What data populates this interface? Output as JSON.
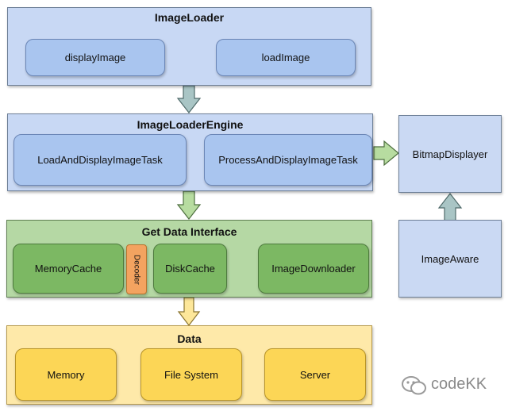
{
  "image_loader": {
    "title": "ImageLoader",
    "display_image": "displayImage",
    "load_image": "loadImage"
  },
  "engine": {
    "title": "ImageLoaderEngine",
    "load_task": "LoadAndDisplayImageTask",
    "process_task": "ProcessAndDisplayImageTask"
  },
  "get_data": {
    "title": "Get Data Interface",
    "memory_cache": "MemoryCache",
    "decoder": "Decoder",
    "disk_cache": "DiskCache",
    "downloader": "ImageDownloader"
  },
  "data": {
    "title": "Data",
    "memory": "Memory",
    "file_system": "File System",
    "server": "Server"
  },
  "side": {
    "bitmap_displayer": "BitmapDisplayer",
    "image_aware": "ImageAware"
  },
  "watermark": {
    "text": "codeKK"
  },
  "colors": {
    "blue_panel": "#c8d8f4",
    "blue_box": "#a9c5ef",
    "green_panel": "#b5d8a4",
    "green_box": "#7cb863",
    "yellow_panel": "#fee9a9",
    "yellow_box": "#fcd656",
    "decoder": "#f3a360"
  }
}
